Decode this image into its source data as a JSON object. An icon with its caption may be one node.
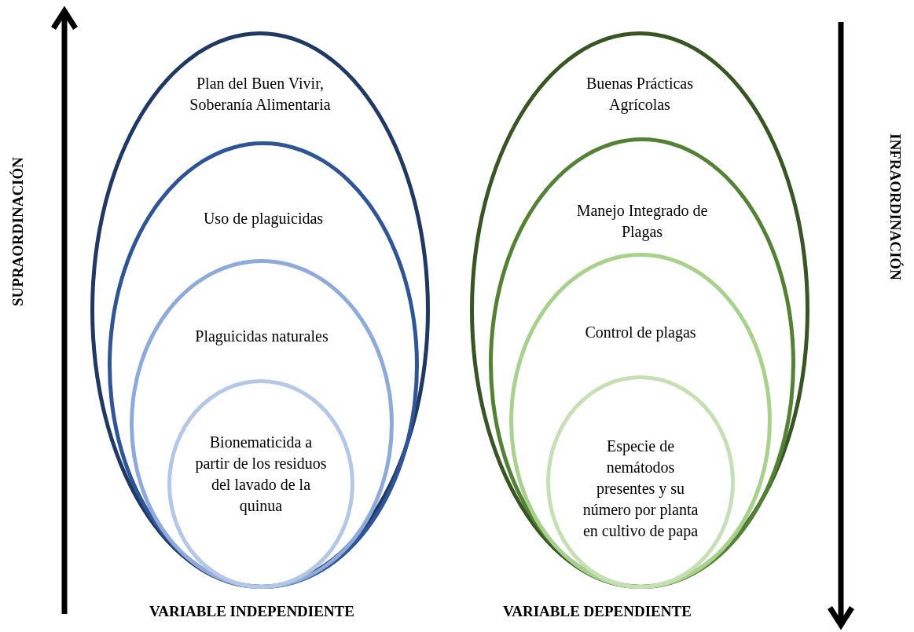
{
  "diagram": {
    "nodes": [
      {
        "text": [
          "Plan del Buen Vivir, Soberanía Alimentaria"
        ]
      },
      {
        "text": [
          "Uso de plaguicidas"
        ],
        "in": 0
      },
      {
        "text": [
          "Plaguicidas naturales"
        ],
        "in": 1
      },
      {
        "text": [
          "Bionematicida a partir de los residuos del lavado de la quinua"
        ],
        "in": 2
      },
      {
        "text": [
          "Buenas Prácticas Agrícolas"
        ]
      },
      {
        "text": [
          "Manejo Integrado de Plagas"
        ],
        "in": 4
      },
      {
        "text": [
          "Control de plagas"
        ],
        "in": 5
      },
      {
        "text": [
          "Especie de nemátodos presentes y su número por planta en cultivo de papa"
        ],
        "in": 6
      }
    ],
    "labels": [
      "SUPRAORDINACIÓN",
      "VARIABLE INDEPENDIENTE",
      "VARIABLE DEPENDIENTE",
      "INFRAORDINACIÓN"
    ]
  }
}
